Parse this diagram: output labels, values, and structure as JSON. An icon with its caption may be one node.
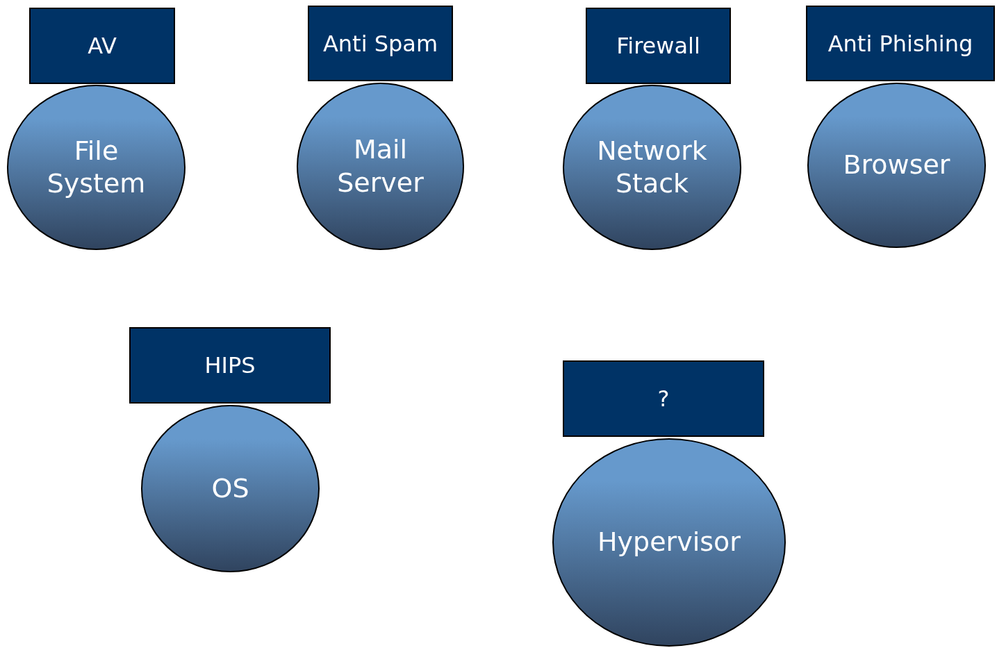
{
  "diagram": {
    "nodes": [
      {
        "text": [
          "AV"
        ]
      },
      {
        "text": [
          "File System"
        ]
      },
      {
        "text": [
          "Anti Spam"
        ]
      },
      {
        "text": [
          "Mail Server"
        ]
      },
      {
        "text": [
          "Firewall"
        ]
      },
      {
        "text": [
          "Network Stack"
        ]
      },
      {
        "text": [
          "Anti Phishing"
        ]
      },
      {
        "text": [
          "Browser"
        ]
      },
      {
        "text": [
          "HIPS"
        ]
      },
      {
        "text": [
          "OS"
        ]
      },
      {
        "text": [
          "?"
        ]
      },
      {
        "text": [
          "Hypervisor"
        ]
      }
    ]
  }
}
